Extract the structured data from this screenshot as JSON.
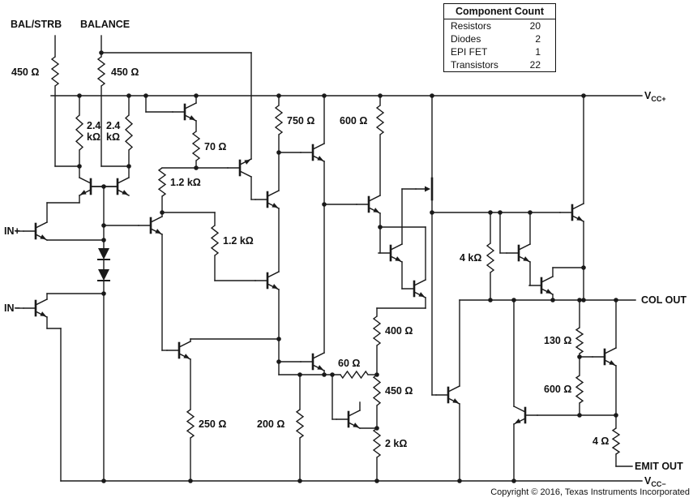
{
  "pins": {
    "bal_strb": "BAL/STRB",
    "balance": "BALANCE",
    "in_pos": "IN+",
    "in_neg": "IN−",
    "vcc_pos_main": "V",
    "vcc_pos_sub": "CC+",
    "vcc_neg_main": "V",
    "vcc_neg_sub": "CC−",
    "col_out": "COL OUT",
    "emit_out": "EMIT OUT"
  },
  "component_count": {
    "title": "Component Count",
    "rows": [
      {
        "name": "Resistors",
        "value": "20"
      },
      {
        "name": "Diodes",
        "value": "2"
      },
      {
        "name": "EPI FET",
        "value": "1"
      },
      {
        "name": "Transistors",
        "value": "22"
      }
    ]
  },
  "resistors": [
    {
      "l1": "450 Ω"
    },
    {
      "l1": "450 Ω"
    },
    {
      "l1": "2.4",
      "l2": "kΩ"
    },
    {
      "l1": "2.4",
      "l2": "kΩ"
    },
    {
      "l1": "70 Ω"
    },
    {
      "l1": "1.2 kΩ"
    },
    {
      "l1": "1.2 kΩ"
    },
    {
      "l1": "750 Ω"
    },
    {
      "l1": "600 Ω"
    },
    {
      "l1": "4 kΩ"
    },
    {
      "l1": "400 Ω"
    },
    {
      "l1": "60 Ω"
    },
    {
      "l1": "450 Ω"
    },
    {
      "l1": "2 kΩ"
    },
    {
      "l1": "250 Ω"
    },
    {
      "l1": "200 Ω"
    },
    {
      "l1": "130 Ω"
    },
    {
      "l1": "600 Ω"
    },
    {
      "l1": "4 Ω"
    }
  ],
  "copyright": "Copyright © 2016, Texas Instruments Incorporated",
  "colors": {
    "ink": "#1a1a1a",
    "background": "#ffffff"
  }
}
